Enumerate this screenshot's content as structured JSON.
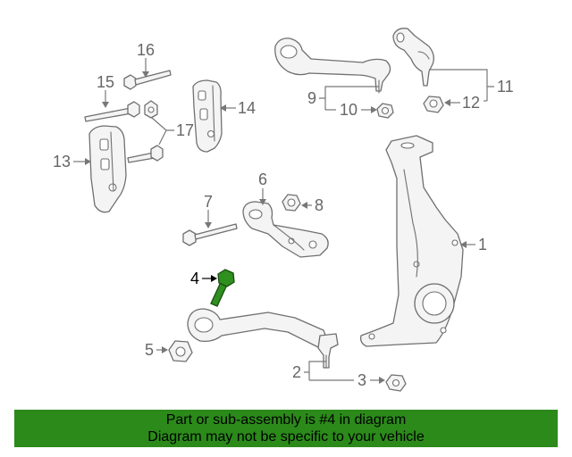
{
  "diagram": {
    "callouts": [
      "1",
      "2",
      "3",
      "4",
      "5",
      "6",
      "7",
      "8",
      "9",
      "10",
      "11",
      "12",
      "13",
      "14",
      "15",
      "16",
      "17"
    ],
    "highlighted_callout": "4",
    "highlight_color": "#2f8f1f"
  },
  "banner": {
    "line1": "Part or sub-assembly is #4 in diagram",
    "line2": "Diagram may not be specific to your vehicle",
    "background": "#2b8a1a"
  }
}
